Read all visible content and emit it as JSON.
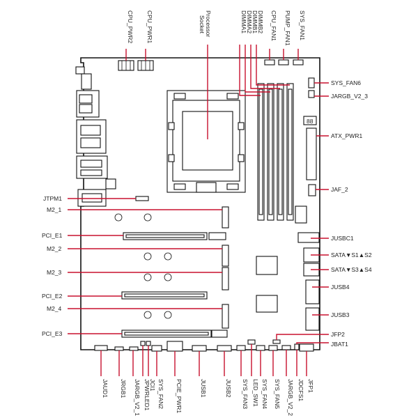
{
  "labels": {
    "cpu_pwr2": "CPU_PWR2",
    "cpu_pwr1": "CPU_PWR1",
    "processor_socket_1": "Processor",
    "processor_socket_2": "Socket",
    "dimma1": "DIMMA1",
    "dimma2": "DIMMA2",
    "dimmb1": "DIMMB1",
    "dimmb2": "DIMMB2",
    "cpu_fan1": "CPU_FAN1",
    "pump_fan1": "PUMP_FAN1",
    "sys_fan1": "SYS_FAN1",
    "sys_fan6": "SYS_FAN6",
    "jargb_v2_3": "JARGB_V2_3",
    "atx_pwr1": "ATX_PWR1",
    "jaf_2": "JAF_2",
    "jtpm1": "JTPM1",
    "m2_1": "M2_1",
    "pci_e1": "PCI_E1",
    "m2_2": "M2_2",
    "m2_3": "M2_3",
    "pci_e2": "PCI_E2",
    "m2_4": "M2_4",
    "pci_e3": "PCI_E3",
    "jusbc1": "JUSBC1",
    "sata_s1s2": "SATA▼S1▲S2",
    "sata_s3s4": "SATA▼S3▲S4",
    "jusb4": "JUSB4",
    "jusb3": "JUSB3",
    "jfp2": "JFP2",
    "jbat1": "JBAT1",
    "jaud1": "JAUD1",
    "jrgb1": "JRGB1",
    "jargb_v2_1": "JARGB_V2_1",
    "jpwrled1": "JPWRLED1",
    "jci1": "JCI1",
    "sys_fan2": "SYS_FAN2",
    "pcie_pwr1": "PCIE_PWR1",
    "jusb1": "JUSB1",
    "jusb2": "JUSB2",
    "sys_fan3": "SYS_FAN3",
    "led_sw1": "LED_SW1",
    "sys_fan4": "SYS_FAN4",
    "sys_fan5": "SYS_FAN5",
    "jargb_v2_2": "JARGB_V2_2",
    "jdcfs1": "JDCFS1",
    "jfp1": "JFP1",
    "debug_display": "88"
  },
  "colors": {
    "callout": "#c8102e",
    "outline": "#111111"
  }
}
